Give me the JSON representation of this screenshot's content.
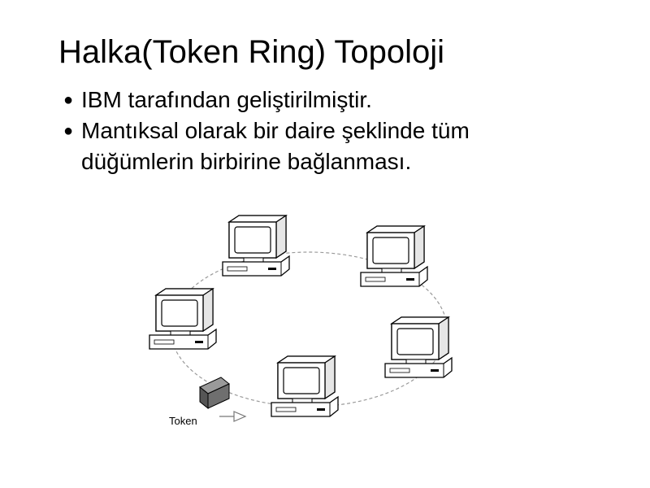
{
  "slide": {
    "title": "Halka(Token Ring) Topoloji",
    "bullets": [
      "IBM tarafından geliştirilmiştir.",
      "Mantıksal olarak bir daire şeklinde tüm düğümlerin birbirine bağlanması."
    ],
    "bullet_glyph": "●"
  },
  "diagram": {
    "nodes": [
      "computer",
      "computer",
      "computer",
      "computer",
      "computer"
    ],
    "token_label": "Token"
  }
}
